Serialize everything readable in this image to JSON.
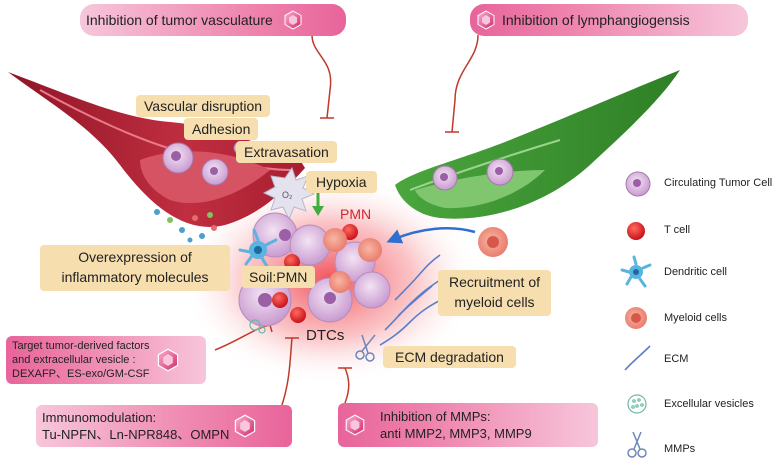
{
  "top_left_box": {
    "text": "Inhibition of tumor vasculature"
  },
  "top_right_box": {
    "text": "Inhibition of lymphangiogensis"
  },
  "labels": {
    "vascular_disruption": "Vascular disruption",
    "adhesion": "Adhesion",
    "extravasation": "Extravasation",
    "hypoxia": "Hypoxia",
    "o2": "O₂",
    "pmn": "PMN",
    "overexpression": "Overexpression of inflammatory molecules",
    "overexpression_l1": "Overexpression of",
    "overexpression_l2": "inflammatory molecules",
    "soil_pmn": "Soil:PMN",
    "recruitment_l1": "Recruitment of",
    "recruitment_l2": "myeloid cells",
    "dtcs": "DTCs",
    "ecm_degradation": "ECM degradation"
  },
  "bottom_left_target": {
    "line1": "Target tumor-derived factors",
    "line2": "and extracellular vesicle :",
    "line3": "DEXAFP、ES-exo/GM-CSF"
  },
  "bottom_immuno": {
    "line1": "Immunomodulation:",
    "line2": "Tu-NPFN、Ln-NPR848、OMPN"
  },
  "bottom_mmps": {
    "line1": "Inhibition of MMPs:",
    "line2": "anti MMP2, MMP3, MMP9"
  },
  "legend": [
    {
      "icon": "circulating-tumor-cell-icon",
      "label": "Circulating Tumor Cell"
    },
    {
      "icon": "t-cell-icon",
      "label": "T cell"
    },
    {
      "icon": "dendritic-cell-icon",
      "label": "Dendritic cell"
    },
    {
      "icon": "myeloid-cell-icon",
      "label": "Myeloid cells"
    },
    {
      "icon": "ecm-icon",
      "label": "ECM"
    },
    {
      "icon": "vesicles-icon",
      "label": "Excellular vesicles"
    },
    {
      "icon": "mmps-icon",
      "label": "MMPs"
    }
  ],
  "colors": {
    "blood_vessel": "#b3263a",
    "lymph_vessel": "#3c9a35",
    "pink_box": "#ec7aa8",
    "tan_box": "#f6deaf",
    "inhibit_line": "#c0392b",
    "pmn_text": "#d0262b"
  }
}
